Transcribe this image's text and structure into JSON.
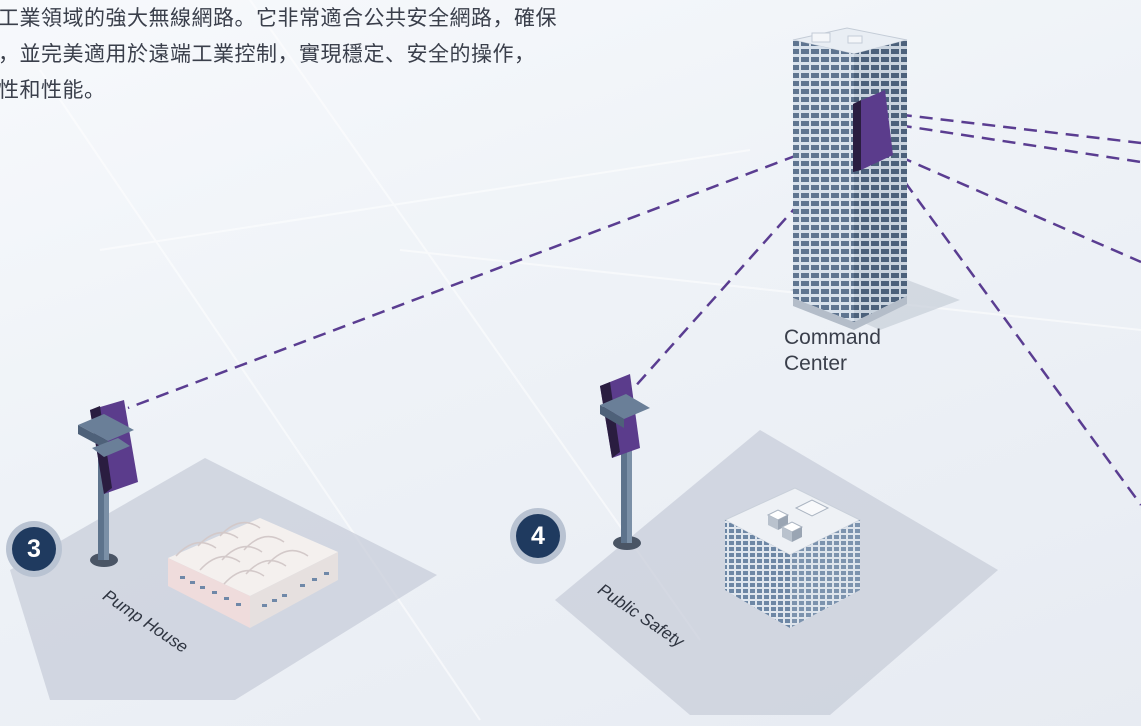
{
  "intro": {
    "line1": "工業領域的強大無線網路。它非常適合公共安全網路，確保",
    "line2": "，並完美適用於遠端工業控制，實現穩定、安全的操作，",
    "line3": "性和性能。"
  },
  "command_center": {
    "label_line1": "Command",
    "label_line2": "Center"
  },
  "sites": [
    {
      "number": "3",
      "label": "Pump House"
    },
    {
      "number": "4",
      "label": "Public Safety"
    }
  ],
  "colors": {
    "link": "#5a3d91",
    "radio": "#5b3c8c",
    "radio_dark": "#2a1d40",
    "pole": "#5d738c",
    "badge": "#1f3a5f",
    "pad": "#c7cdd8",
    "text": "#3a3f4b"
  }
}
